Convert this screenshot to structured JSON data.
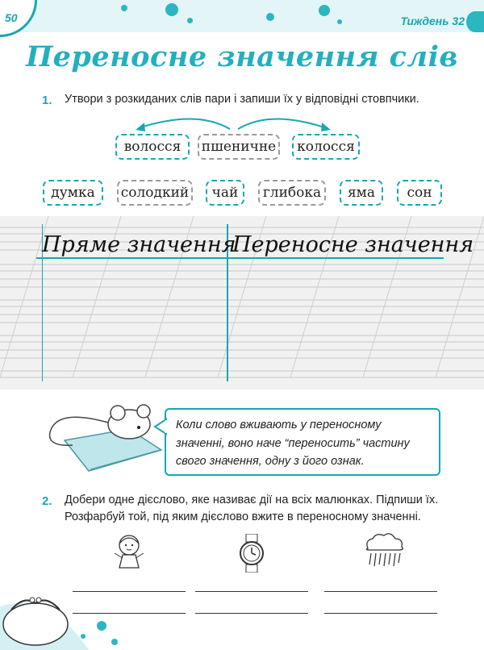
{
  "header": {
    "page_number": "50",
    "week": "Тиждень 32"
  },
  "title": "Переносне значення слів",
  "task1": {
    "number": "1.",
    "text": "Утвори з розкиданих слів пари і запиши їх у відповідні стовпчики.",
    "example_words": [
      "волосся",
      "пшеничне",
      "колосся"
    ],
    "words": [
      "думка",
      "солодкий",
      "чай",
      "глибока",
      "яма",
      "сон"
    ]
  },
  "columns": {
    "left": "Пряме значення",
    "right": "Переносне значення"
  },
  "note": "Коли слово вживають у переносному значенні, воно наче “переносить” частину свого значення, одну з його ознак.",
  "task2": {
    "number": "2.",
    "line1": "Добери одне дієслово, яке називає дії на всіх малюнках. Підпиши їх.",
    "line2": "Розфарбуй той, під яким дієслово вжите в переносному значенні.",
    "pictures": [
      "girl-icon",
      "watch-icon",
      "rain-cloud-icon"
    ]
  },
  "colors": {
    "accent": "#1aa6b3",
    "title": "#22b0bf",
    "paper": "#f1f1f1"
  }
}
